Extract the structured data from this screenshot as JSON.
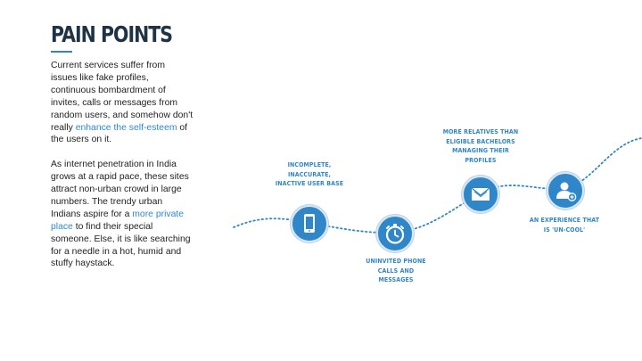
{
  "slide": {
    "title": "PAIN POINTS",
    "paragraph1": {
      "before": "Current services suffer from issues like fake profiles, continuous bombardment of invites, calls or messages from random users, and somehow don't really ",
      "highlight": "enhance the self-esteem",
      "after": " of the users on it."
    },
    "paragraph2": {
      "before": "As internet penetration in India grows at a rapid pace, these sites attract non-urban crowd in large numbers. The trendy urban Indians aspire for a ",
      "highlight": "more private place",
      "after": " to find their special someone. Else, it is like searching for a needle in a hot, humid and stuffy haystack."
    }
  },
  "pain_points": [
    {
      "icon": "mobile-phone-icon",
      "caption": "INCOMPLETE, INACCURATE, INACTIVE USER BASE"
    },
    {
      "icon": "stopwatch-icon",
      "caption": "UNINVITED PHONE CALLS AND MESSAGES"
    },
    {
      "icon": "envelope-icon",
      "caption": "MORE RELATIVES THAN ELIGIBLE BACHELORS MANAGING THEIR PROFILES"
    },
    {
      "icon": "user-add-icon",
      "caption": "AN EXPERIENCE THAT IS 'UN-COOL'"
    }
  ],
  "colors": {
    "accent": "#2f86c8",
    "title": "#1f3347",
    "highlight": "#2a8ad0"
  }
}
